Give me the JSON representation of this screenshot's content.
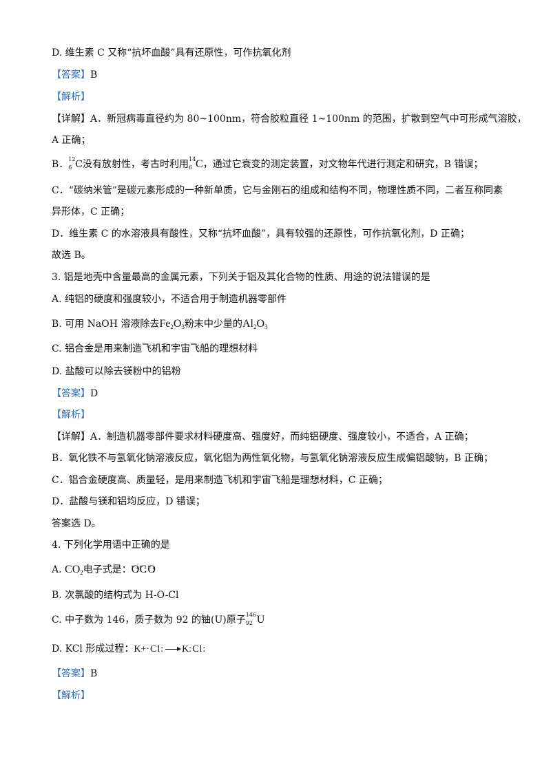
{
  "q2": {
    "option_d": "D. 维生素 C 又称“抗坏血酸”具有还原性，可作抗氧化剂",
    "answer_tag": "【答案】",
    "answer": "B",
    "analysis_tag": "【解析】",
    "detail_a1": "【详解】A．新冠病毒直径约为 80~100nm，符合胶粒直径 1~100nm 的范围，扩散到空气中可形成气溶胶，",
    "detail_a2": "A 正确；",
    "detail_b_prefix": "B．",
    "detail_b_iso1_mass": "12",
    "detail_b_iso1_z": "6",
    "detail_b_iso1_sym": "C",
    "detail_b_mid": "没有放射性，考古时利用",
    "detail_b_iso2_mass": "14",
    "detail_b_iso2_z": "6",
    "detail_b_iso2_sym": "C",
    "detail_b_end": "，通过它衰变的测定装置，对文物年代进行测定和研究，B 错误；",
    "detail_c1": "C．“碳纳米管”是碳元素形成的一种新单质，它与金刚石的组成和结构不同，物理性质不同，二者互称同素",
    "detail_c2": "异形体，C 正确；",
    "detail_d": "D．维生素 C 的水溶液具有酸性，又称“抗坏血酸”，具有较强的还原性，可作抗氧化剂，D 正确；",
    "conclusion": "故选 B。"
  },
  "q3": {
    "stem": "3. 铝是地壳中含量最高的金属元素，下列关于铝及其化合物的性质、用途的说法错误的是",
    "option_a": "A. 纯铝的硬度和强度较小，不适合用于制造机器零部件",
    "option_b_prefix": "B. 可用 NaOH 溶液除去",
    "option_b_f1": "Fe",
    "option_b_f1s1": "2",
    "option_b_f1b": "O",
    "option_b_f1s2": "3",
    "option_b_mid": "粉末中少量的",
    "option_b_f2": "Al",
    "option_b_f2s1": "2",
    "option_b_f2b": "O",
    "option_b_f2s2": "3",
    "option_c": "C. 铝合金是用来制造飞机和宇宙飞船的理想材料",
    "option_d": "D. 盐酸可以除去镁粉中的铝粉",
    "answer_tag": "【答案】",
    "answer": "D",
    "analysis_tag": "【解析】",
    "detail_a": "【详解】A．制造机器零部件要求材料硬度高、强度好，而纯铝硬度、强度较小，不适合，A 正确；",
    "detail_b": "B．氧化铁不与氢氧化钠溶液反应，氧化铝为两性氧化物，与氢氧化钠溶液反应生成偏铝酸钠，B 正确；",
    "detail_c": "C．铝合金硬度高、质量轻，是用来制造飞机和宇宙飞船是理想材料，C 正确；",
    "detail_d": "D．盐酸与镁和铝均反应，D 错误；",
    "conclusion": "答案选 D。"
  },
  "q4": {
    "stem": "4. 下列化学用语中正确的是",
    "option_a_prefix": "A.",
    "option_a_formula": "CO",
    "option_a_sub": "2",
    "option_a_text": "电子式是：",
    "option_a_e1": "O",
    "option_a_e2": "C",
    "option_a_e3": "O",
    "option_b": "B. 次氯酸的结构式为 H-O-Cl",
    "option_c_text": "C. 中子数为 146，质子数为 92 的铀(U)原子",
    "option_c_mass": "146",
    "option_c_z": "92",
    "option_c_sym": "U",
    "option_d_prefix": "D. KCl 形成过程：",
    "option_d_k1": "K+",
    "option_d_cl1": "Cl",
    "option_d_k2": "K",
    "option_d_cl2": "Cl",
    "answer_tag": "【答案】",
    "answer": "B",
    "analysis_tag": "【解析】"
  }
}
